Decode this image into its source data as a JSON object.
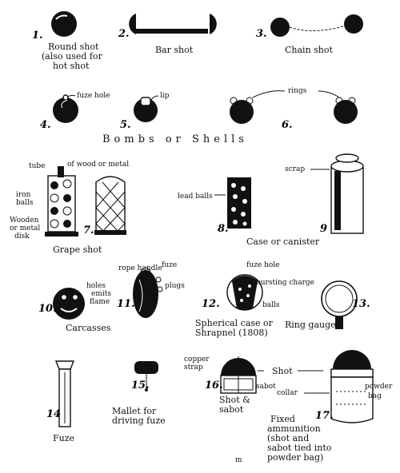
{
  "items": [
    {
      "num": "1.",
      "label": [
        "Round shot",
        "(also used for",
        "hot shot"
      ]
    },
    {
      "num": "2.",
      "label": [
        "Bar shot"
      ]
    },
    {
      "num": "3.",
      "label": [
        "Chain shot"
      ]
    },
    {
      "num": "4.",
      "label": []
    },
    {
      "num": "5.",
      "label": []
    },
    {
      "num": "6.",
      "label": []
    },
    {
      "num": "7.",
      "label": []
    },
    {
      "num": "8.",
      "label": []
    },
    {
      "num": "9",
      "label": []
    },
    {
      "num": "10.",
      "label": []
    },
    {
      "num": "11.",
      "label": []
    },
    {
      "num": "12.",
      "label": []
    },
    {
      "num": "13.",
      "label": []
    },
    {
      "num": "14",
      "label": [
        "Fuze"
      ]
    },
    {
      "num": "15.",
      "label": [
        "Mallet for",
        "driving fuze"
      ]
    },
    {
      "num": "16.",
      "label": [
        "Shot &",
        "sabot"
      ]
    },
    {
      "num": "17.",
      "label": [
        "Fixed",
        "ammunition",
        "(shot and",
        "sabot tied into",
        "powder bag)"
      ]
    }
  ],
  "captions": {
    "bombs": "Bombs or Shells",
    "grape": "Grape shot",
    "case": "Case or canister",
    "carcasses": "Carcasses",
    "spherical": [
      "Spherical case or",
      "Shrapnel (1808)"
    ],
    "ring_gauge": "Ring gauge"
  },
  "callouts": {
    "fuze_hole_4": "fuze hole",
    "lip": "lip",
    "rings": "rings",
    "tube": "tube",
    "of_wood": "of wood or metal",
    "iron_balls": [
      "iron",
      "balls"
    ],
    "wooden_disk": [
      "Wooden",
      "or metal",
      "disk"
    ],
    "lead_balls": "lead balls",
    "scrap": "scrap",
    "rope_handle": "rope handle",
    "fuze_11": "fuze",
    "holes": "holes",
    "emits": "emits",
    "flame": "flame",
    "plugs": "plugs",
    "fuze_hole_12": "fuze hole",
    "bursting": "bursting charge",
    "balls": "balls",
    "copper": [
      "copper",
      "strap"
    ],
    "shot": "Shot",
    "sabot": "sabot",
    "collar": "collar",
    "powder": [
      "powder",
      "bag"
    ]
  },
  "page_mark": "m"
}
